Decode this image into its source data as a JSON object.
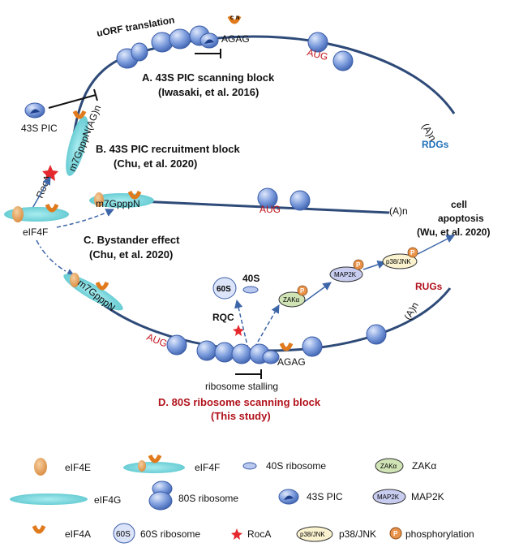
{
  "labels": {
    "uorf_translation": "uORF translation",
    "agag_top": "AGAG",
    "aug_top": "AUG",
    "poly_a_top": "(A)n",
    "rdgs": "RDGs",
    "a_title": "A. 43S PIC scanning block",
    "a_ref": "(Iwasaki, et al. 2016)",
    "pic_43s": "43S PIC",
    "cap_top": "m7GpppN(AG)n",
    "b_title": "B. 43S PIC recruitment block",
    "b_ref": "(Chu, et al. 2020)",
    "roca": "RocA",
    "cap_mid": "m7GpppN",
    "aug_mid": "AUG",
    "poly_a_mid": "(A)n",
    "cell_apoptosis_1": "cell",
    "cell_apoptosis_2": "apoptosis",
    "apoptosis_ref": "(Wu, et al. 2020)",
    "eif4f": "eIF4F",
    "c_title": "C. Bystander effect",
    "c_ref": "(Chu, et al. 2020)",
    "p38": "p38/JNK",
    "map2k": "MAP2K",
    "zaka": "ZAKα",
    "rugs": "RUGs",
    "s60": "60S",
    "s40": "40S",
    "rqc": "RQC",
    "cap_bot": "m7GpppN",
    "aug_bot": "AUG",
    "agag_bot": "AGAG",
    "poly_a_bot": "(A)n",
    "ribosome_stalling": "ribosome stalling",
    "d_title": "D. 80S ribosome scanning block",
    "d_ref": "(This study)",
    "p": "P",
    "cn_c": "C",
    "cn_n": "N"
  },
  "legend": {
    "eif4e": "eIF4E",
    "eif4f": "eIF4F",
    "ribo40s": "40S ribosome",
    "zaka": "ZAKα",
    "eif4g": "eIF4G",
    "ribo80s": "80S ribosome",
    "pic43s": "43S PIC",
    "map2k": "MAP2K",
    "eif4a": "eIF4A",
    "ribo60s": "60S ribosome",
    "roca": "RocA",
    "p38jnk": "p38/JNK",
    "phosphorylation": "phosphorylation",
    "icon_zaka": "ZAKα",
    "icon_map2k": "MAP2K",
    "icon_60s": "60S",
    "icon_p38": "p38/JNK",
    "icon_p": "P"
  },
  "colors": {
    "mrna": "#2e4a78",
    "ribosome": "#6f93d6",
    "eif4g": "#73d2d8",
    "eif4e": "#e8a25c",
    "accent_red": "#c0141c",
    "rdgs_blue": "#1f6fb8",
    "zak": "#cfe3b5",
    "map2k": "#c8cdf0",
    "p38": "#fbf3cf",
    "phospho": "#e8924a"
  }
}
